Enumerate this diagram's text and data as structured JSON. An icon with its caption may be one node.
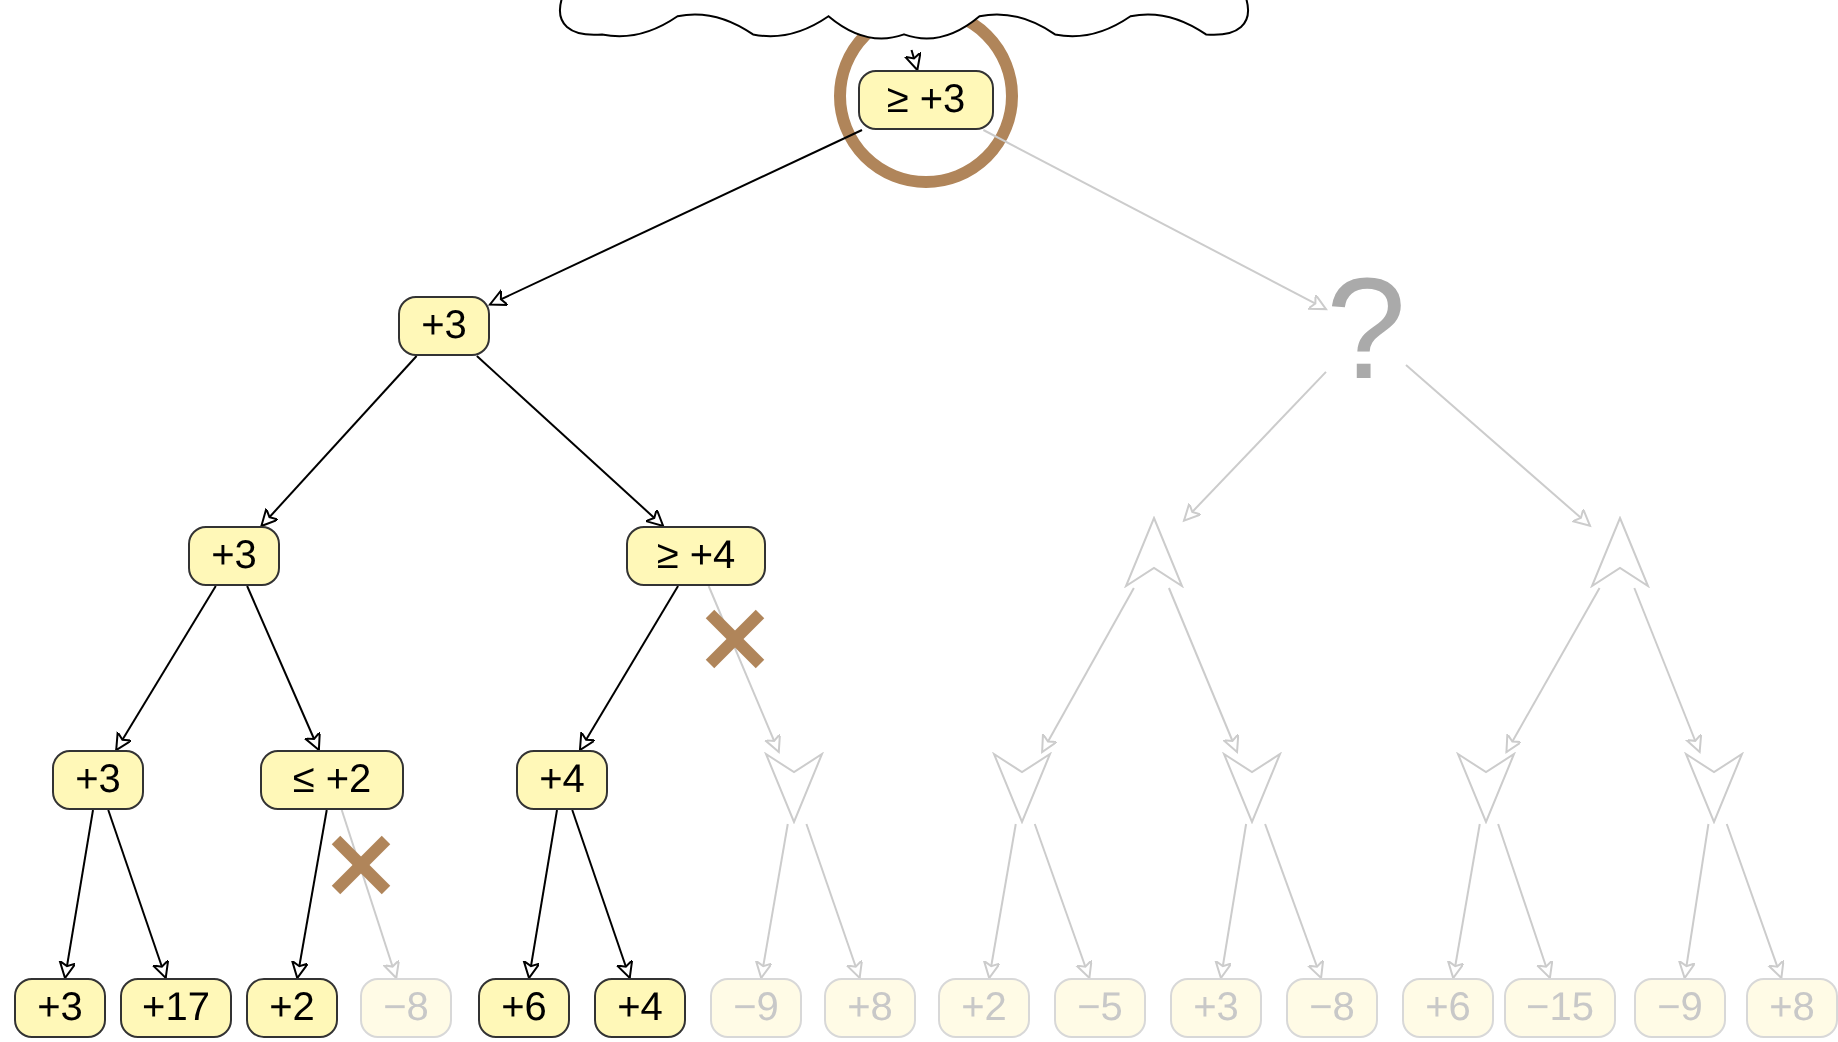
{
  "diagram": {
    "nodes": [
      {
        "text": [],
        "shape": "cloud"
      },
      {
        "text": [
          "≥ +3"
        ]
      },
      {
        "text": [
          "+3"
        ]
      },
      {
        "text": [
          "?"
        ]
      },
      {
        "text": [
          "+3"
        ]
      },
      {
        "text": [
          "≥ +4"
        ]
      },
      {
        "text": [],
        "shape": "triangle"
      },
      {
        "text": [],
        "shape": "triangle"
      },
      {
        "text": [
          "+3"
        ]
      },
      {
        "text": [
          "≤ +2"
        ]
      },
      {
        "text": [
          "+4"
        ]
      },
      {
        "text": [],
        "shape": "triangle"
      },
      {
        "text": [],
        "shape": "triangle"
      },
      {
        "text": [],
        "shape": "triangle"
      },
      {
        "text": [],
        "shape": "triangle"
      },
      {
        "text": [],
        "shape": "triangle"
      },
      {
        "text": [
          "+3"
        ]
      },
      {
        "text": [
          "+17"
        ]
      },
      {
        "text": [
          "+2"
        ]
      },
      {
        "text": [
          "−8"
        ]
      },
      {
        "text": [
          "+6"
        ]
      },
      {
        "text": [
          "+4"
        ]
      },
      {
        "text": [
          "−9"
        ]
      },
      {
        "text": [
          "+8"
        ]
      },
      {
        "text": [
          "+2"
        ]
      },
      {
        "text": [
          "−5"
        ]
      },
      {
        "text": [
          "+3"
        ]
      },
      {
        "text": [
          "−8"
        ]
      },
      {
        "text": [
          "+6"
        ]
      },
      {
        "text": [
          "−15"
        ]
      },
      {
        "text": [
          "−9"
        ]
      },
      {
        "text": [
          "+8"
        ]
      }
    ],
    "edges": [
      {
        "from": 0,
        "to": 1,
        "arrow": "to",
        "color": "#000000"
      },
      {
        "from": 1,
        "to": 2,
        "arrow": "to",
        "color": "#000000"
      },
      {
        "from": 1,
        "to": 3,
        "arrow": "to"
      },
      {
        "from": 2,
        "to": 4,
        "arrow": "to",
        "color": "#000000"
      },
      {
        "from": 2,
        "to": 5,
        "arrow": "to",
        "color": "#000000"
      },
      {
        "from": 3,
        "to": 6,
        "arrow": "to"
      },
      {
        "from": 3,
        "to": 7,
        "arrow": "to"
      },
      {
        "from": 4,
        "to": 8,
        "arrow": "to",
        "color": "#000000"
      },
      {
        "from": 4,
        "to": 9,
        "arrow": "to",
        "color": "#000000"
      },
      {
        "from": 5,
        "to": 10,
        "arrow": "to",
        "color": "#000000"
      },
      {
        "from": 5,
        "to": 11,
        "arrow": "to"
      },
      {
        "from": 6,
        "to": 12,
        "arrow": "to"
      },
      {
        "from": 6,
        "to": 13,
        "arrow": "to"
      },
      {
        "from": 7,
        "to": 14,
        "arrow": "to"
      },
      {
        "from": 7,
        "to": 15,
        "arrow": "to"
      },
      {
        "from": 8,
        "to": 16,
        "arrow": "to",
        "color": "#000000"
      },
      {
        "from": 8,
        "to": 17,
        "arrow": "to",
        "color": "#000000"
      },
      {
        "from": 9,
        "to": 18,
        "arrow": "to",
        "color": "#000000"
      },
      {
        "from": 9,
        "to": 19,
        "arrow": "to"
      },
      {
        "from": 10,
        "to": 20,
        "arrow": "to",
        "color": "#000000"
      },
      {
        "from": 10,
        "to": 21,
        "arrow": "to",
        "color": "#000000"
      },
      {
        "from": 11,
        "to": 22,
        "arrow": "to"
      },
      {
        "from": 11,
        "to": 23,
        "arrow": "to"
      },
      {
        "from": 12,
        "to": 24,
        "arrow": "to"
      },
      {
        "from": 12,
        "to": 25,
        "arrow": "to"
      },
      {
        "from": 13,
        "to": 26,
        "arrow": "to"
      },
      {
        "from": 13,
        "to": 27,
        "arrow": "to"
      },
      {
        "from": 14,
        "to": 28,
        "arrow": "to"
      },
      {
        "from": 14,
        "to": 29,
        "arrow": "to"
      },
      {
        "from": 15,
        "to": 30,
        "arrow": "to"
      },
      {
        "from": 15,
        "to": 31,
        "arrow": "to"
      }
    ]
  }
}
